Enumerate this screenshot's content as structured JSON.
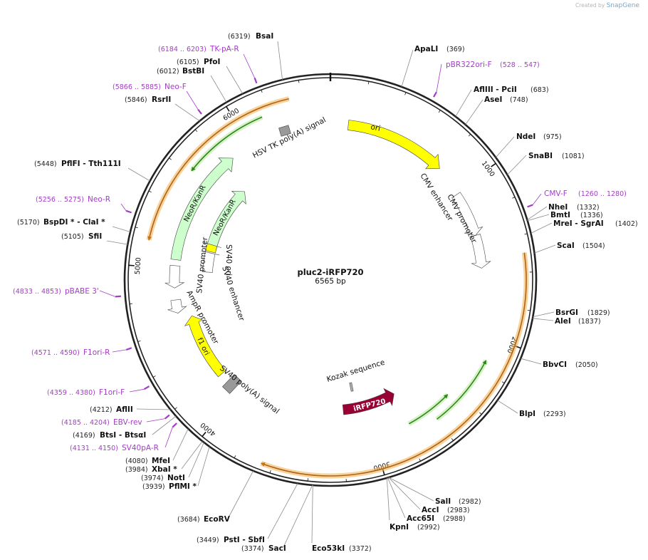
{
  "brand": {
    "prefix": "Created by",
    "name": "SnapGene"
  },
  "plasmid": {
    "name": "pluc2-iRFP720",
    "length_label": "6565 bp",
    "length": 6565
  },
  "ticks": [
    "1000",
    "2000",
    "3000",
    "4000",
    "5000",
    "6000"
  ],
  "sites": [
    {
      "id": "bsai",
      "name": "BsaI",
      "pos": "(6319)",
      "side": "left"
    },
    {
      "id": "pfoi",
      "name": "PfoI",
      "pos": "(6105)",
      "side": "left"
    },
    {
      "id": "bstbi",
      "name": "BstBI",
      "pos": "(6012)",
      "side": "left"
    },
    {
      "id": "rsrii",
      "name": "RsrII",
      "pos": "(5846)",
      "side": "left"
    },
    {
      "id": "pflfi",
      "name": "PflFI - Tth111I",
      "pos": "(5448)",
      "side": "left"
    },
    {
      "id": "bspdi",
      "name": "BspDI * - ClaI *",
      "pos": "(5170)",
      "side": "left"
    },
    {
      "id": "sfii",
      "name": "SfiI",
      "pos": "(5105)",
      "side": "left"
    },
    {
      "id": "aflii",
      "name": "AflII",
      "pos": "(4212)",
      "side": "left"
    },
    {
      "id": "btsi",
      "name": "BtsI - BtsαI",
      "pos": "(4169)",
      "side": "left"
    },
    {
      "id": "mfei",
      "name": "MfeI",
      "pos": "(4080)",
      "side": "left"
    },
    {
      "id": "xbai",
      "name": "XbaI *",
      "pos": "(3984)",
      "side": "left"
    },
    {
      "id": "noti",
      "name": "NotI",
      "pos": "(3974)",
      "side": "left"
    },
    {
      "id": "pflmi",
      "name": "PflMI *",
      "pos": "(3939)",
      "side": "left"
    },
    {
      "id": "ecorv",
      "name": "EcoRV",
      "pos": "(3684)",
      "side": "left"
    },
    {
      "id": "psti",
      "name": "PstI - SbfI",
      "pos": "(3449)",
      "side": "left"
    },
    {
      "id": "saci",
      "name": "SacI",
      "pos": "(3374)",
      "side": "left"
    },
    {
      "id": "eco53ki",
      "name": "Eco53kI",
      "pos": "(3372)",
      "side": "right"
    },
    {
      "id": "apali",
      "name": "ApaLI",
      "pos": "(369)",
      "side": "right"
    },
    {
      "id": "afliii",
      "name": "AflIII - PciI",
      "pos": "(683)",
      "side": "right"
    },
    {
      "id": "asei",
      "name": "AseI",
      "pos": "(748)",
      "side": "right"
    },
    {
      "id": "ndei",
      "name": "NdeI",
      "pos": "(975)",
      "side": "right"
    },
    {
      "id": "snabi",
      "name": "SnaBI",
      "pos": "(1081)",
      "side": "right"
    },
    {
      "id": "nhei",
      "name": "NheI",
      "pos": "(1332)",
      "side": "right"
    },
    {
      "id": "bmti",
      "name": "BmtI",
      "pos": "(1336)",
      "side": "right"
    },
    {
      "id": "mrei",
      "name": "MreI - SgrAI",
      "pos": "(1402)",
      "side": "right"
    },
    {
      "id": "scai",
      "name": "ScaI",
      "pos": "(1504)",
      "side": "right"
    },
    {
      "id": "bsrgi",
      "name": "BsrGI",
      "pos": "(1829)",
      "side": "right"
    },
    {
      "id": "alei",
      "name": "AleI",
      "pos": "(1837)",
      "side": "right"
    },
    {
      "id": "bbvci",
      "name": "BbvCI",
      "pos": "(2050)",
      "side": "right"
    },
    {
      "id": "blpi",
      "name": "BlpI",
      "pos": "(2293)",
      "side": "right"
    },
    {
      "id": "sali",
      "name": "SalI",
      "pos": "(2982)",
      "side": "right"
    },
    {
      "id": "acci",
      "name": "AccI",
      "pos": "(2983)",
      "side": "right"
    },
    {
      "id": "acc65i",
      "name": "Acc65I",
      "pos": "(2988)",
      "side": "right"
    },
    {
      "id": "kpni",
      "name": "KpnI",
      "pos": "(2992)",
      "side": "right"
    }
  ],
  "primers": [
    {
      "id": "tkpar",
      "name": "TK-pA-R",
      "range": "(6184 .. 6203)",
      "side": "left"
    },
    {
      "id": "neof",
      "name": "Neo-F",
      "range": "(5866 .. 5885)",
      "side": "left"
    },
    {
      "id": "neor",
      "name": "Neo-R",
      "range": "(5256 .. 5275)",
      "side": "left"
    },
    {
      "id": "pbabe3",
      "name": "pBABE 3'",
      "range": "(4833 .. 4853)",
      "side": "left"
    },
    {
      "id": "f1orir",
      "name": "F1ori-R",
      "range": "(4571 .. 4590)",
      "side": "left"
    },
    {
      "id": "f1orif",
      "name": "F1ori-F",
      "range": "(4359 .. 4380)",
      "side": "left"
    },
    {
      "id": "ebvrev",
      "name": "EBV-rev",
      "range": "(4185 .. 4204)",
      "side": "left"
    },
    {
      "id": "sv40par",
      "name": "SV40pA-R",
      "range": "(4131 .. 4150)",
      "side": "left"
    },
    {
      "id": "pbr322f",
      "name": "pBR322ori-F",
      "range": "(528 .. 547)",
      "side": "right"
    },
    {
      "id": "cmvf",
      "name": "CMV-F",
      "range": "(1260 .. 1280)",
      "side": "right"
    }
  ],
  "features": [
    {
      "id": "ori",
      "name": "ori",
      "color": "#ffff00"
    },
    {
      "id": "cmv-enhancer",
      "name": "CMV enhancer",
      "color": "#ffffff"
    },
    {
      "id": "cmv-promoter",
      "name": "CMV promoter",
      "color": "#ffffff"
    },
    {
      "id": "kozak",
      "name": "Kozak sequence",
      "color": "#b0b0b0"
    },
    {
      "id": "irfp720",
      "name": "iRFP720",
      "color": "#990033"
    },
    {
      "id": "sv40-polya",
      "name": "SV40 poly(A) signal",
      "color": "#999999"
    },
    {
      "id": "f1-ori",
      "name": "f1 ori",
      "color": "#ffff00"
    },
    {
      "id": "ampr-promoter",
      "name": "AmpR promoter",
      "color": "#ffffff"
    },
    {
      "id": "sv40-promoter",
      "name": "SV40 promoter",
      "color": "#ffffff"
    },
    {
      "id": "neo-kan-outer",
      "name": "NeoR/KanR",
      "color": "#ccffcc"
    },
    {
      "id": "neo-kan-inner",
      "name": "NeoR/KanR",
      "color": "#ccffcc"
    },
    {
      "id": "sv40-ori",
      "name": "SV40 ori",
      "color": "#ffff00"
    },
    {
      "id": "sv40-enhancer",
      "name": "SV40 enhancer",
      "color": "#ffffff"
    },
    {
      "id": "hsv-tk",
      "name": "HSV TK poly(A) signal",
      "color": "#999999"
    }
  ],
  "colors": {
    "backbone": "#222222",
    "orf_orange": "#f0b04a",
    "orf_green": "#2a8a16",
    "primer": "#a33cc7"
  }
}
